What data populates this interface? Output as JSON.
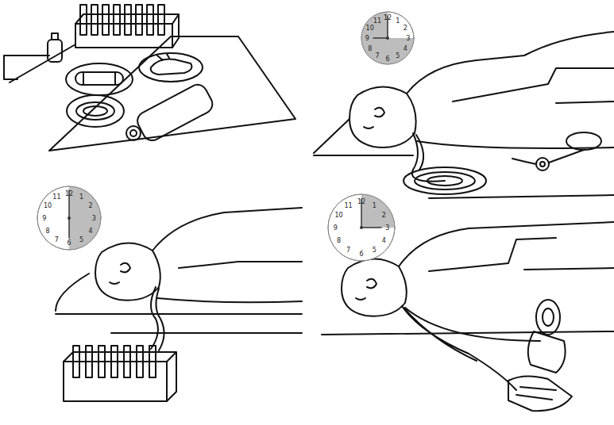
{
  "diagram": {
    "labels": [
      "12",
      "1",
      "2",
      "3",
      "4",
      "5",
      "6",
      "7",
      "8",
      "9",
      "10",
      "11",
      "12",
      "1",
      "2",
      "3",
      "4",
      "5",
      "6",
      "7",
      "8",
      "9",
      "10",
      "11",
      "12",
      "1",
      "2",
      "3",
      "4",
      "5",
      "6",
      "7",
      "8",
      "9",
      "10",
      "11"
    ]
  }
}
